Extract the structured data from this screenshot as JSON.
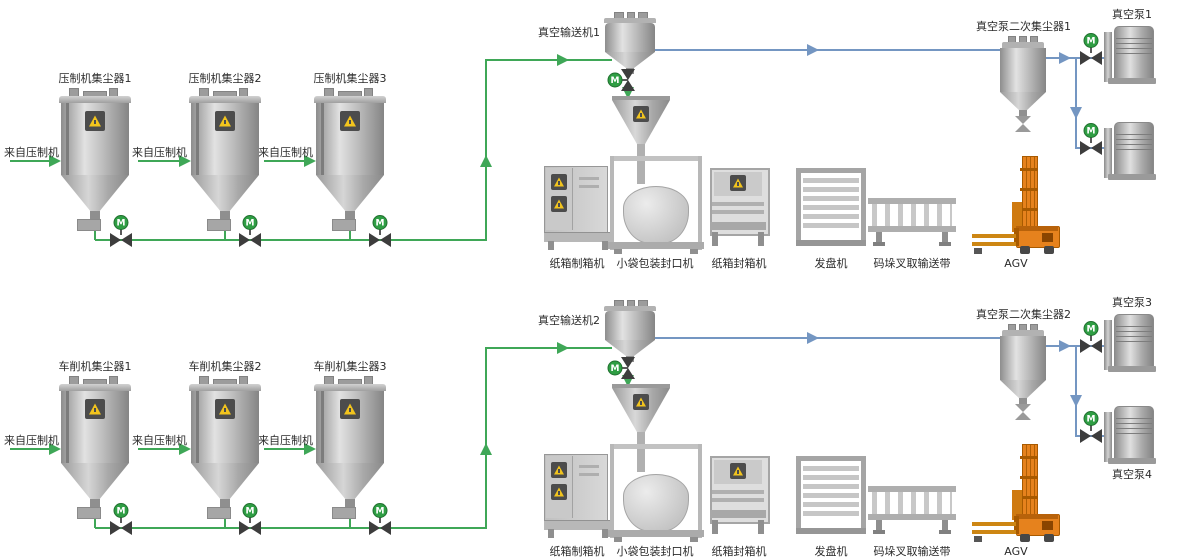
{
  "labels": {
    "motor": "M"
  },
  "sections": [
    {
      "name": "press",
      "collectors": [
        {
          "label": "压制机集尘器1",
          "source": "来自压制机"
        },
        {
          "label": "压制机集尘器2",
          "source": "来自压制机"
        },
        {
          "label": "压制机集尘器3",
          "source": "来自压制机"
        }
      ],
      "conveyor": "真空输送机1",
      "secondary_collector": "真空泵二次集尘器1",
      "pumps": [
        "真空泵1",
        ""
      ],
      "line": [
        "纸箱制箱机",
        "小袋包装封口机",
        "纸箱封箱机",
        "发盘机",
        "码垛叉取输送带",
        "AGV"
      ]
    },
    {
      "name": "turning",
      "collectors": [
        {
          "label": "车削机集尘器1",
          "source": "来自压制机"
        },
        {
          "label": "车削机集尘器2",
          "source": "来自压制机"
        },
        {
          "label": "车削机集尘器3",
          "source": "来自压制机"
        }
      ],
      "conveyor": "真空输送机2",
      "secondary_collector": "真空泵二次集尘器2",
      "pumps": [
        "真空泵3",
        "真空泵4"
      ],
      "line": [
        "纸箱制箱机",
        "小袋包装封口机",
        "纸箱封箱机",
        "发盘机",
        "码垛叉取输送带",
        "AGV"
      ]
    }
  ],
  "colors": {
    "pipe_green": "#3fa757",
    "pipe_blue": "#7496c2",
    "agv_orange": "#e6821d",
    "warning_yellow": "#f2c41d",
    "label_color": "#2b2b2b"
  }
}
